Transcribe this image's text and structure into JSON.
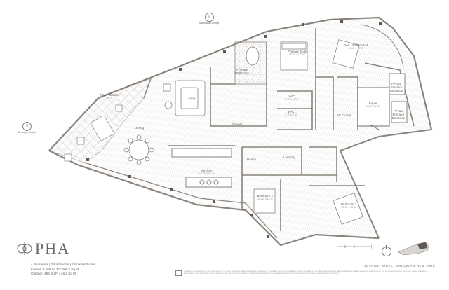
{
  "landmarks": {
    "manhattan_bridge": "Manhattan Bridge",
    "brooklyn_bridge": "Brooklyn Bridge"
  },
  "rooms": {
    "river_terrace": {
      "name": "River Terrace",
      "dim": "39'-0\""
    },
    "living": {
      "name": "Living",
      "dim": ""
    },
    "dining": {
      "name": "Dining",
      "dim": ""
    },
    "primary_bathroom": {
      "name": "Primary Bathroom",
      "dim": ""
    },
    "primary_suite": {
      "name": "Primary Suite",
      "dim": "15'-0\" x 17'-10\""
    },
    "den_bedroom4": {
      "name": "Den / Bedroom 4",
      "dim": "12'-0\" x 15'-0\""
    },
    "wic_1": {
      "name": "W/C",
      "dim": "7'-6\" x 10'-0\""
    },
    "wic_2": {
      "name": "W/C",
      "dim": "7'-4\" x 8'-0\""
    },
    "powder": {
      "name": "Powder",
      "dim": ""
    },
    "private_elevator_1": {
      "name": "Private Elevator Entrance",
      "dim": ""
    },
    "private_elevator_2": {
      "name": "Private Elevator Entrance",
      "dim": ""
    },
    "foyer": {
      "name": "Foyer",
      "dim": "15'-0\" x 7'-0\""
    },
    "av_closet": {
      "name": "AV Closet",
      "dim": ""
    },
    "kitchen": {
      "name": "Kitchen",
      "dim": "18'-0\" x 13'-0\""
    },
    "pantry": {
      "name": "Pantry",
      "dim": ""
    },
    "laundry": {
      "name": "Laundry",
      "dim": ""
    },
    "bedroom2": {
      "name": "Bedroom 2",
      "dim": "13'-10\" x 12'-0\""
    },
    "bedroom3": {
      "name": "Bedroom 3",
      "dim": "12'-0\" x 13'-0\""
    }
  },
  "brand": {
    "name": "PHA"
  },
  "specs": {
    "line1": "4 Bedrooms  |  3 Bathrooms  |  1 Powder Room",
    "line2": "Interior: 4,266 Sq Ft / 396.3 Sq M",
    "line3": "Outdoor: 498 Sq Ft / 46.3 Sq M"
  },
  "address": "80 FRONT STREET, BROOKLYN, NEW YORK",
  "legal": "CERTAIN WORK SHOWN ON FLOOR PLANS ARE NOT TO SCALE, DIMENSIONS ARE APPROXIMATE AND SUBJECT TO NORMAL CONSTRUCTION VARIANCES AND TOLERANCES. THE PLANS AND DIMENSIONS MAY CONTAIN MINOR VARIATIONS FROM FLOOR TO FLOOR. THE SPONSOR RESERVES THE RIGHT TO MAKE CHANGES IN ACCORDANCE WITH THE TERMS OF THE OFFERING PLAN. THE COMPLETE OFFERING TERMS ARE IN AN OFFERING PLAN AVAILABLE FROM THE SPONSOR. FILE NO. CD21-0000. EQUAL HOUSING OPPORTUNITY.",
  "colors": {
    "wall": "#8b847d",
    "line": "#a8a29c",
    "floor": "#d7d3cf",
    "text": "#6b6560"
  }
}
